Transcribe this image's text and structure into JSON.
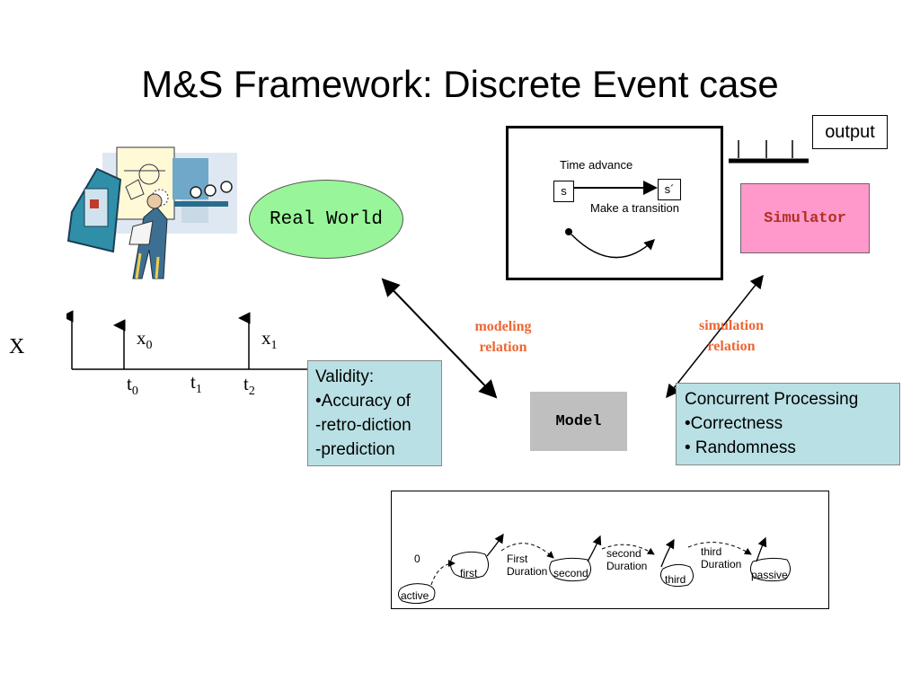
{
  "title": "M&S Framework: Discrete Event case",
  "real_world": {
    "label": "Real World",
    "color": "#99f599"
  },
  "state_diagram": {
    "time_advance": "Time advance",
    "state_s": "s",
    "state_s_prime": "s´",
    "transition": "Make a transition"
  },
  "output": {
    "label": "output"
  },
  "simulator": {
    "label": "Simulator",
    "color": "#ff99cc",
    "text_color": "#b03020"
  },
  "model": {
    "label": "Model",
    "color": "#bfbfbf"
  },
  "modeling_relation": {
    "line1": "modeling",
    "line2": "relation",
    "color": "#ee6633"
  },
  "simulation_relation": {
    "line1": "simulation",
    "line2": "relation",
    "color": "#ee6633"
  },
  "validity": {
    "lines": [
      "Validity:",
      "•Accuracy of",
      "-retro-diction",
      "-prediction"
    ],
    "color": "#b9e0e4"
  },
  "concurrent": {
    "lines": [
      "Concurrent Processing",
      "•Correctness",
      "• Randomness"
    ],
    "color": "#b9e0e4"
  },
  "signal": {
    "axis_label": "X",
    "event_labels": [
      {
        "base": "x",
        "sub": "0"
      },
      {
        "base": "x",
        "sub": "1"
      }
    ],
    "time_labels": [
      {
        "base": "t",
        "sub": "0"
      },
      {
        "base": "t",
        "sub": "1"
      },
      {
        "base": "t",
        "sub": "2"
      }
    ]
  },
  "state_trajectory": {
    "zero": "0",
    "states": [
      "active",
      "first",
      "second",
      "third",
      "passive"
    ],
    "durations": [
      {
        "line1": "First",
        "line2": "Duration"
      },
      {
        "line1": "second",
        "line2": "Duration"
      },
      {
        "line1": "third",
        "line2": "Duration"
      }
    ]
  }
}
